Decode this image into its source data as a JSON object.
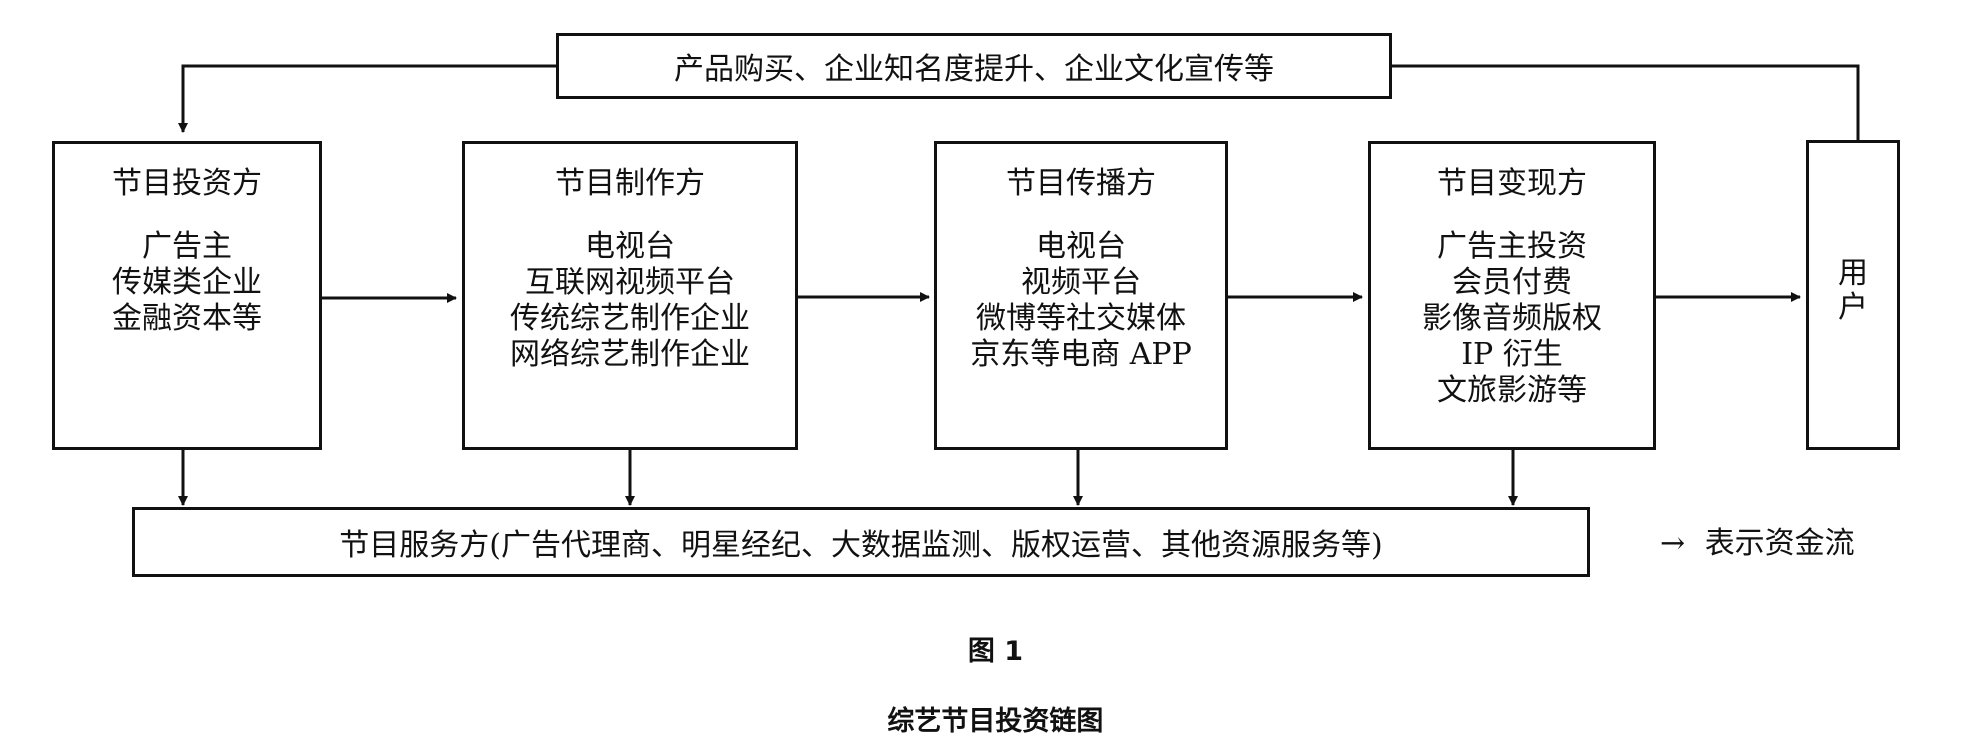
{
  "top_box": {
    "text": "产品购买、企业知名度提升、企业文化宣传等"
  },
  "investor_box": {
    "title": "节目投资方",
    "lines": [
      "广告主",
      "传媒类企业",
      "金融资本等"
    ]
  },
  "producer_box": {
    "title": "节目制作方",
    "lines": [
      "电视台",
      "互联网视频平台",
      "传统综艺制作企业",
      "网络综艺制作企业"
    ]
  },
  "distributor_box": {
    "title": "节目传播方",
    "lines": [
      "电视台",
      "视频平台",
      "微博等社交媒体",
      "京东等电商 APP"
    ]
  },
  "monetizer_box": {
    "title": "节目变现方",
    "lines": [
      "广告主投资",
      "会员付费",
      "影像音频版权",
      "IP 衍生",
      "文旅影游等"
    ]
  },
  "user_box": {
    "lines": [
      "用",
      "户"
    ]
  },
  "service_box": {
    "text": "节目服务方(广告代理商、明星经纪、大数据监测、版权运营、其他资源服务等)"
  },
  "legend": {
    "arrow": "→",
    "text": "表示资金流"
  },
  "caption": {
    "label": "图 1",
    "title": "综艺节目投资链图"
  }
}
